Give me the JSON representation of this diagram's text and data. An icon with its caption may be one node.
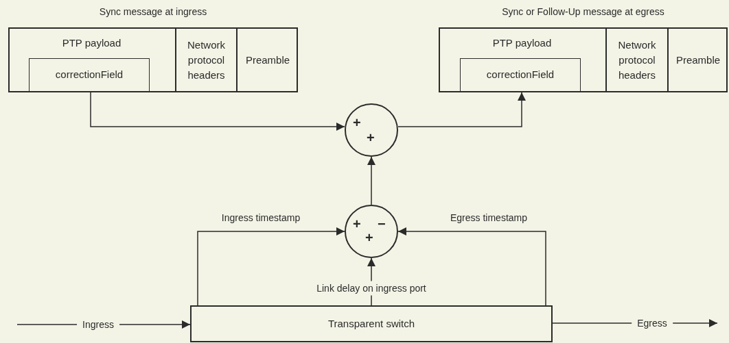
{
  "diagram": {
    "nodes": [
      {
        "text": [
          "Sync message at ingress"
        ]
      },
      {
        "text": [
          "PTP payload"
        ],
        "in": 0
      },
      {
        "text": [
          "correctionField"
        ],
        "in": 1
      },
      {
        "text": [
          "Network protocol headers"
        ],
        "in": 0
      },
      {
        "text": [
          "Preamble"
        ],
        "in": 0
      },
      {
        "text": [
          "Sync or Follow-Up message at egress"
        ]
      },
      {
        "text": [
          "PTP payload"
        ],
        "in": 5
      },
      {
        "text": [
          "correctionField"
        ],
        "in": 6
      },
      {
        "text": [
          "Network protocol headers"
        ],
        "in": 5
      },
      {
        "text": [
          "Preamble"
        ],
        "in": 5
      },
      {
        "text": [
          "+",
          "+"
        ]
      },
      {
        "text": [
          "+",
          "−",
          "+"
        ]
      },
      {
        "text": [
          "Transparent switch"
        ]
      }
    ],
    "edges": [
      {
        "from": 2,
        "to": 10,
        "arrow": "to"
      },
      {
        "from": 10,
        "to": 7,
        "arrow": "to"
      },
      {
        "from": 11,
        "to": 10,
        "arrow": "to"
      },
      {
        "from": 12,
        "to": 11,
        "arrow": "to",
        "label": "Ingress timestamp"
      },
      {
        "from": 12,
        "to": 11,
        "arrow": "to",
        "label": "Egress timestamp"
      },
      {
        "from": 12,
        "to": 11,
        "arrow": "to",
        "label": "Link delay on ingress port"
      },
      {
        "from": null,
        "to": 12,
        "arrow": "to",
        "label": "Ingress"
      },
      {
        "from": 12,
        "to": null,
        "arrow": "to",
        "label": "Egress"
      }
    ]
  }
}
